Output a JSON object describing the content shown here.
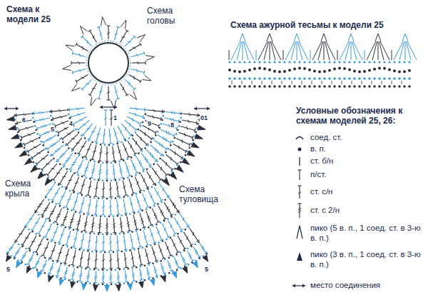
{
  "diagram": {
    "labels": [
      "Схема к модели 25",
      "Схема головы",
      "Схема ажурной тесьмы к модели 25",
      "Условные обозначения к схемам моделей 25, 26:",
      "Схема крыла",
      "Схема туловища",
      "6",
      "5",
      "4",
      "9",
      "8",
      "01",
      "5",
      "5",
      "1"
    ],
    "legend": [
      {
        "text": "соед. ст."
      },
      {
        "text": "в. п."
      },
      {
        "text": "ст. б/н"
      },
      {
        "text": "п/ст."
      },
      {
        "text": "ст. с/н"
      },
      {
        "text": "ст. с 2/н"
      },
      {
        "text": "пико (5 в. п., 1 соед. ст. в 3-ю в. п.)"
      },
      {
        "text": "пико (3 в. п., 1 соед. ст. в 3-ю в. п.)"
      },
      {
        "text": "место соединения"
      }
    ]
  }
}
